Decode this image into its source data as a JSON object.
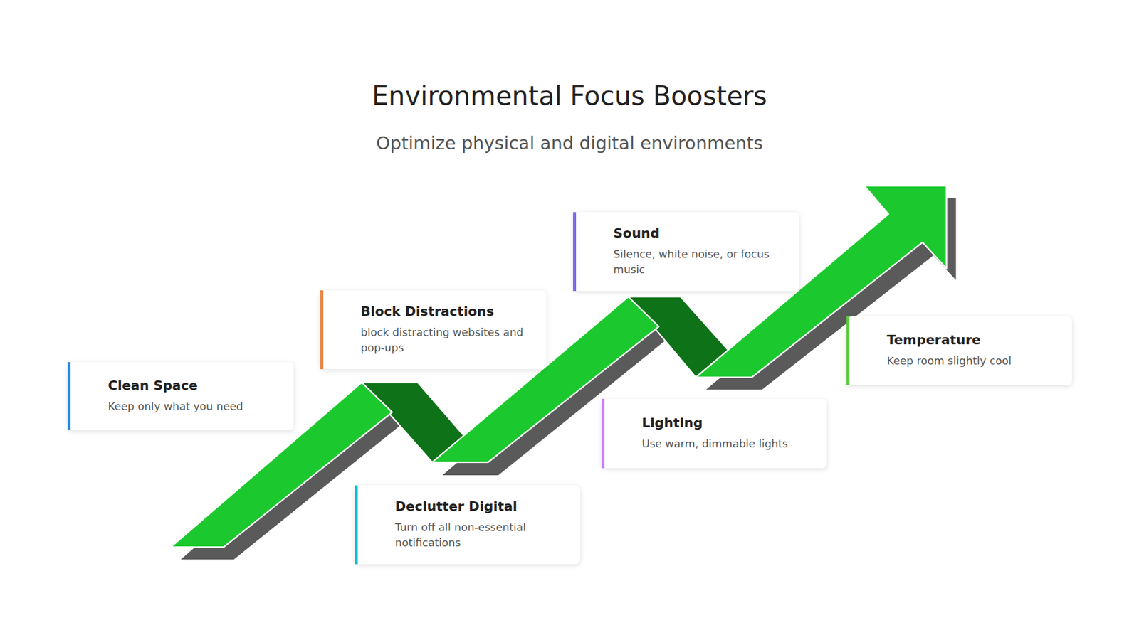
{
  "diagram": {
    "title": "Environmental Focus Boosters",
    "nodes": [
      {
        "text": [
          "Clean Space",
          "Keep only what you need"
        ]
      },
      {
        "text": [
          "Block Distractions",
          "block distracting websites and pop-ups"
        ]
      },
      {
        "text": [
          "Declutter Digital",
          "Turn off all non-essential notifications"
        ]
      },
      {
        "text": [
          "Sound",
          "Silence, white noise, or focus music"
        ]
      },
      {
        "text": [
          "Lighting",
          "Use warm, dimmable lights"
        ]
      },
      {
        "text": [
          "Temperature",
          "Keep room slightly cool"
        ]
      }
    ],
    "labels": [
      "Optimize physical and digital environments"
    ]
  }
}
